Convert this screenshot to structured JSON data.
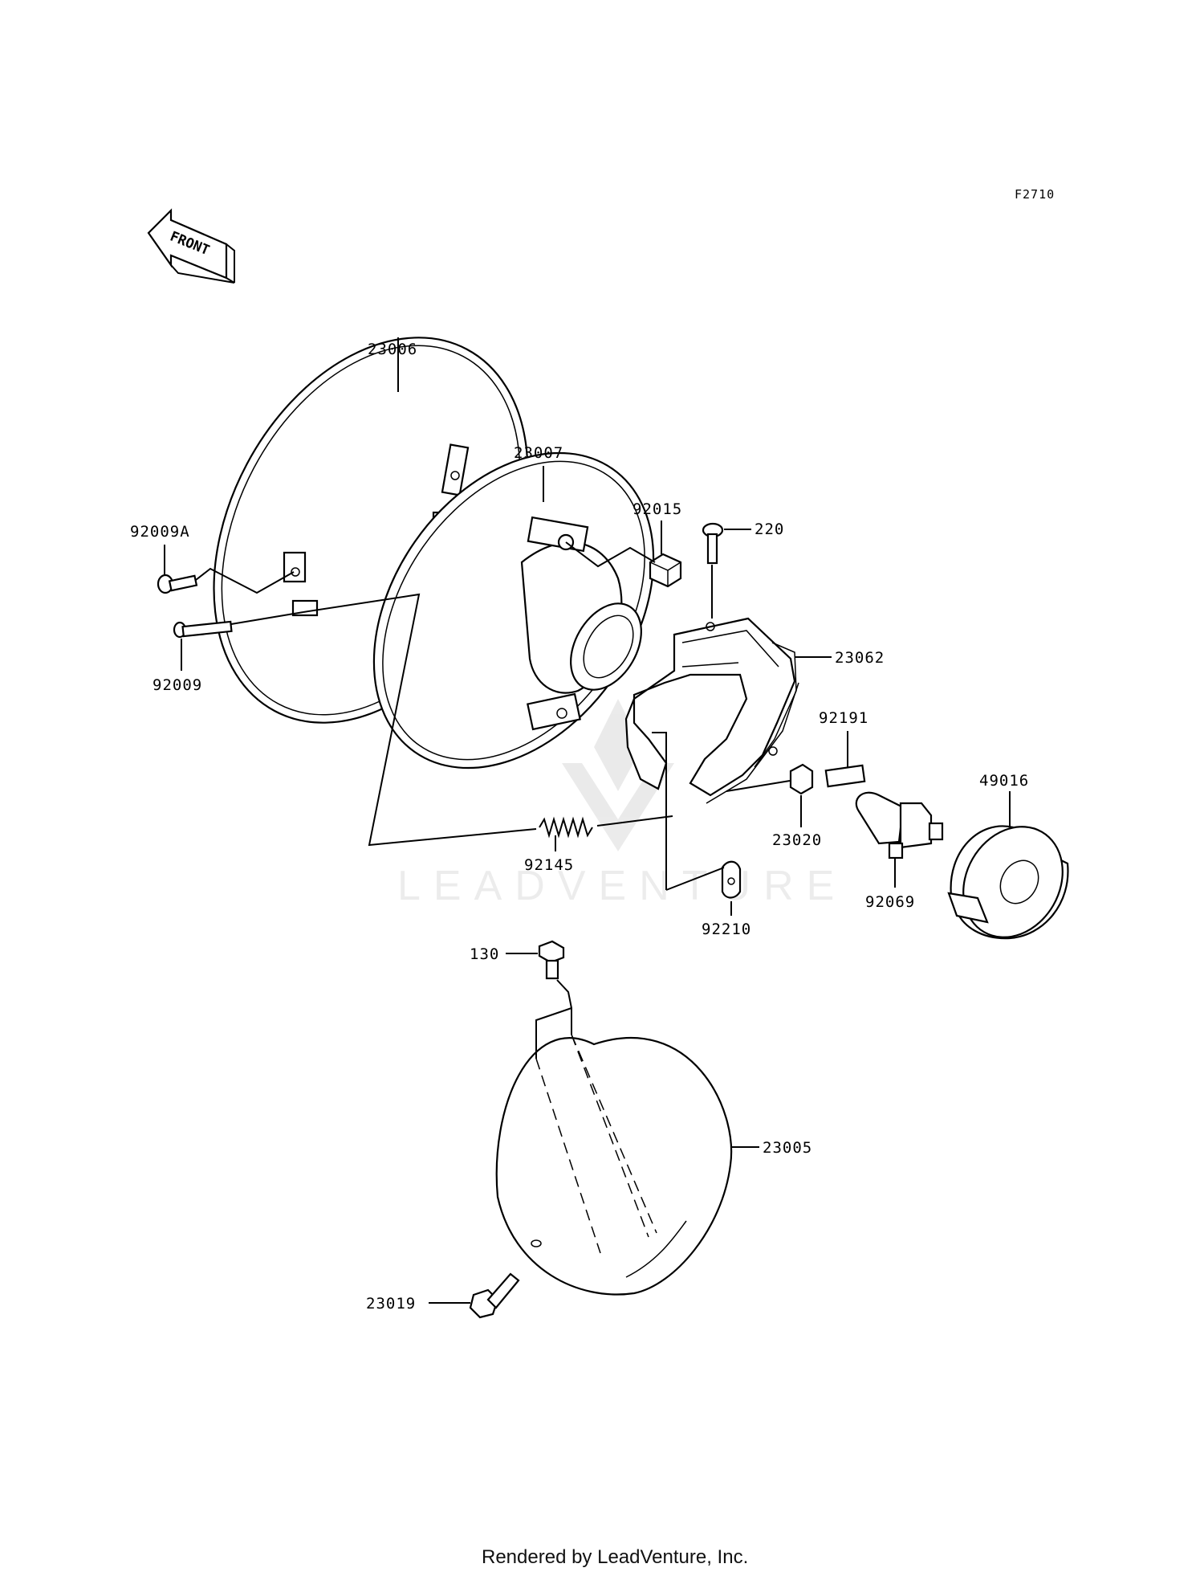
{
  "diagram_code": "F2710",
  "front_label": "FRONT",
  "footer": "Rendered by LeadVenture, Inc.",
  "watermark": "LEADVENTURE",
  "parts": [
    {
      "id": "p23006",
      "label": "23006"
    },
    {
      "id": "p23007",
      "label": "23007"
    },
    {
      "id": "p92015",
      "label": "92015"
    },
    {
      "id": "p220",
      "label": "220"
    },
    {
      "id": "p92009A",
      "label": "92009A"
    },
    {
      "id": "p92009",
      "label": "92009"
    },
    {
      "id": "p23062",
      "label": "23062"
    },
    {
      "id": "p92191",
      "label": "92191"
    },
    {
      "id": "p49016",
      "label": "49016"
    },
    {
      "id": "p23020",
      "label": "23020"
    },
    {
      "id": "p92145",
      "label": "92145"
    },
    {
      "id": "p92069",
      "label": "92069"
    },
    {
      "id": "p92210",
      "label": "92210"
    },
    {
      "id": "p130",
      "label": "130"
    },
    {
      "id": "p23005",
      "label": "23005"
    },
    {
      "id": "p23019",
      "label": "23019"
    }
  ]
}
